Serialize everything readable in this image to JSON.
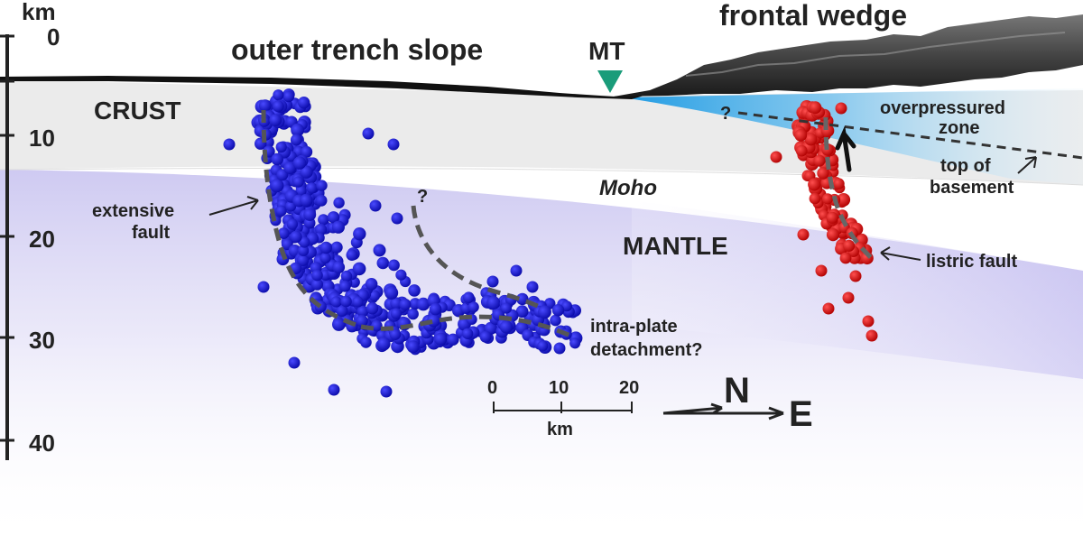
{
  "depth_axis": {
    "unit": "km",
    "ticks": [
      "0",
      "10",
      "20",
      "30",
      "40"
    ]
  },
  "labels": {
    "frontal_wedge": "frontal wedge",
    "outer_trench_slope": "outer trench slope",
    "mt": "MT",
    "crust": "CRUST",
    "mantle": "MANTLE",
    "moho": "Moho",
    "overpressured_zone_1": "overpressured",
    "overpressured_zone_2": "zone",
    "top_of_basement_1": "top of",
    "top_of_basement_2": "basement",
    "extensive_fault_1": "extensive",
    "extensive_fault_2": "fault",
    "listric_fault": "listric fault",
    "intra_plate_1": "intra-plate",
    "intra_plate_2": "detachment?",
    "q1": "?",
    "q2": "?"
  },
  "scale_bar": {
    "ticks": [
      "0",
      "10",
      "20"
    ],
    "unit": "km"
  },
  "orientation": {
    "north": "N",
    "east": "E"
  },
  "colors": {
    "blue_cluster": "#1a1ad6",
    "red_cluster": "#e01010",
    "trench_marker": "#1a9c7a",
    "crust": "#ebebeb",
    "mantle": "#c6c2ee",
    "overpressured": "#29a3e6"
  }
}
